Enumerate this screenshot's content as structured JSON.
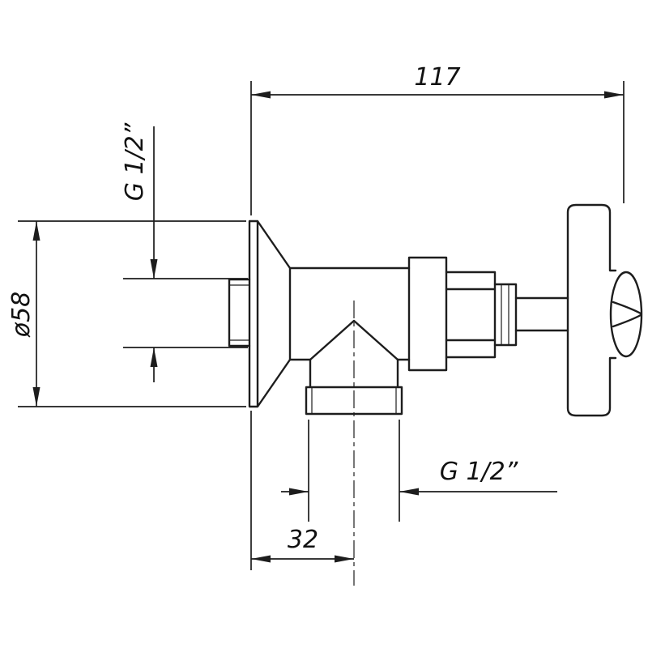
{
  "drawing": {
    "colors": {
      "background": "#ffffff",
      "line": "#1d1d1d"
    },
    "dimensions": {
      "overall_width": "117",
      "flange_diameter": "ø58",
      "inlet_thread": "G 1/2”",
      "outlet_thread": "G 1/2”",
      "outlet_offset": "32"
    }
  }
}
